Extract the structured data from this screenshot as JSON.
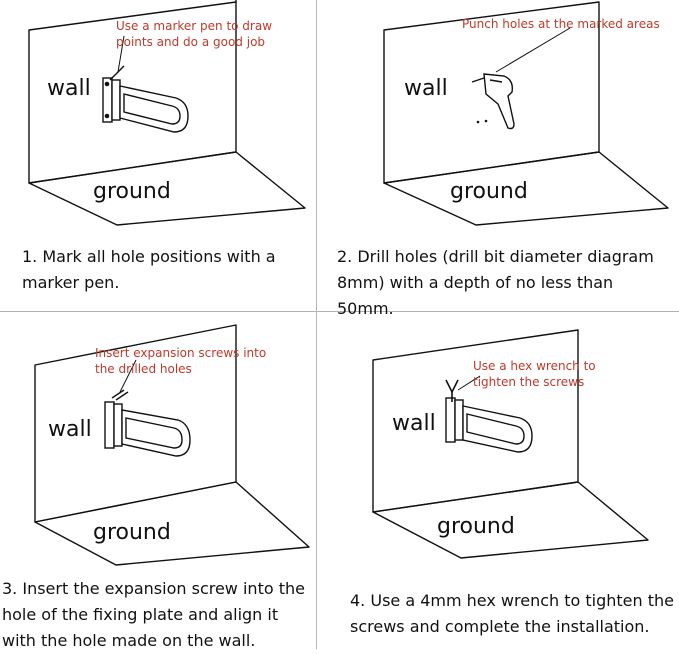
{
  "colors": {
    "note_text": "#c0392b",
    "line": "#111111",
    "divider": "#b5b5b5"
  },
  "panels": [
    {
      "wall_label": "wall",
      "ground_label": "ground",
      "note": "Use a marker pen to draw points and do a good job",
      "caption": "1. Mark all hole positions with a marker pen."
    },
    {
      "wall_label": "wall",
      "ground_label": "ground",
      "note": "Punch holes at the marked areas",
      "caption": "2. Drill holes (drill bit diameter diagram 8mm) with a depth of no less than 50mm."
    },
    {
      "wall_label": "wall",
      "ground_label": "ground",
      "note": "Insert expansion screws into the drilled holes",
      "caption": "3. Insert the expansion screw into the hole of the fixing plate and align it with the hole made on the wall."
    },
    {
      "wall_label": "wall",
      "ground_label": "ground",
      "note": "Use a hex wrench to tighten the screws",
      "caption": "4. Use a 4mm hex wrench to tighten the screws and complete the installation."
    }
  ],
  "icons": [
    "grab-bar-icon",
    "drill-icon",
    "hex-wrench-icon"
  ]
}
